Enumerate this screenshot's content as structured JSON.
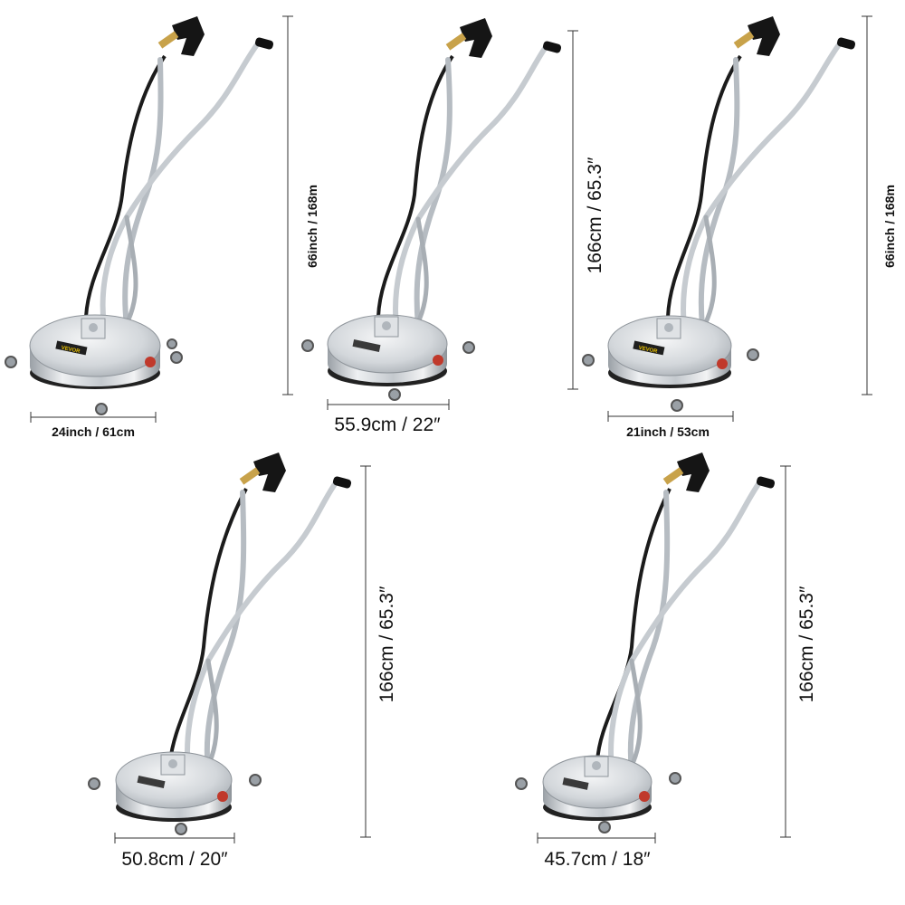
{
  "product_label": "VEVOR",
  "colors": {
    "background": "#ffffff",
    "steel_light": "#eceef0",
    "steel_mid": "#b9bec4",
    "steel_dark": "#7d848b",
    "hose": "#1b1b1b",
    "grip": "#111111",
    "brass": "#c8a24a",
    "accent_red": "#c0392b",
    "dimension_line": "#333333"
  },
  "units": [
    {
      "id": "unit-24",
      "width_label": "24inch / 61cm",
      "height_label": "66inch / 168m"
    },
    {
      "id": "unit-22",
      "width_label": "55.9cm / 22″",
      "height_label": "166cm / 65.3″"
    },
    {
      "id": "unit-21",
      "width_label": "21inch / 53cm",
      "height_label": "66inch / 168m"
    },
    {
      "id": "unit-20",
      "width_label": "50.8cm / 20″",
      "height_label": "166cm / 65.3″"
    },
    {
      "id": "unit-18",
      "width_label": "45.7cm / 18″",
      "height_label": "166cm / 65.3″"
    }
  ]
}
